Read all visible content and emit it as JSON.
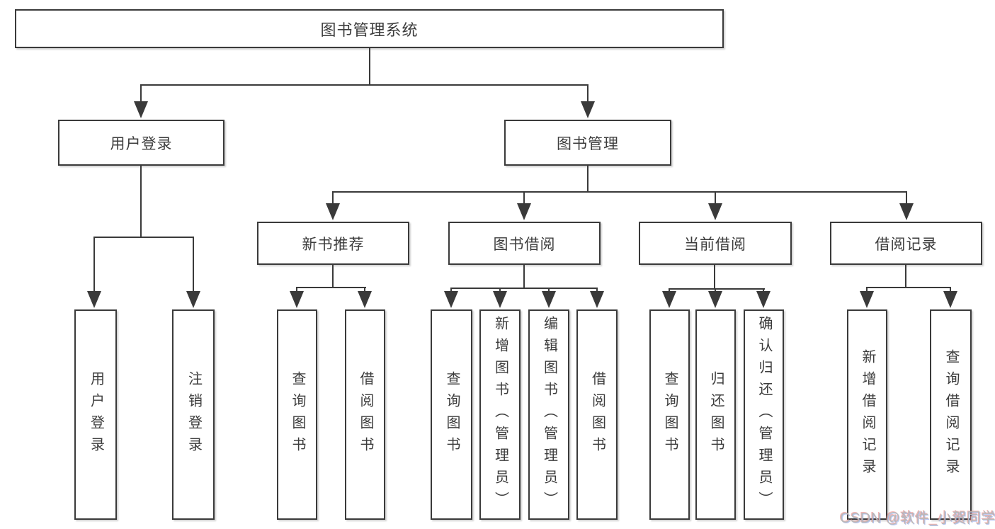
{
  "diagram": {
    "title": "图书管理系统",
    "nodes": {
      "root": "图书管理系统",
      "user_login": "用户登录",
      "book_mgmt": "图书管理",
      "new_books": "新书推荐",
      "book_borrow": "图书借阅",
      "current_borrow": "当前借阅",
      "borrow_records": "借阅记录"
    },
    "leaves": {
      "user_login": [
        "用户登录",
        "注销登录"
      ],
      "new_books": [
        "查询图书",
        "借阅图书"
      ],
      "book_borrow": [
        "查询图书",
        "新增图书（管理员）",
        "编辑图书（管理员）",
        "借阅图书"
      ],
      "current_borrow": [
        "查询图书",
        "归还图书",
        "确认归还（管理员）"
      ],
      "borrow_records": [
        "新增借阅记录",
        "查询借阅记录"
      ]
    }
  },
  "watermark": "CSDN @软件_小贺同学",
  "colors": {
    "line": "#3a3a3a",
    "text": "#3c3c3c",
    "background": "#ffffff",
    "watermark": "#b9b9b9"
  }
}
